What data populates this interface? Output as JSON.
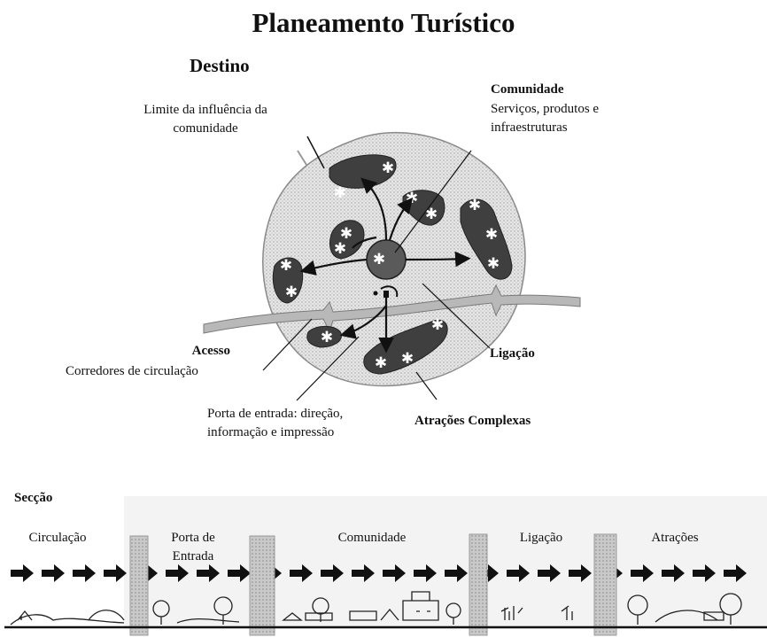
{
  "title": "Planeamento Turístico",
  "destination": {
    "heading": "Destino",
    "labels": {
      "community_limit": "Limite da influência da comunidade",
      "community_title": "Comunidade",
      "community_desc": "Serviços, produtos e infraestruturas",
      "access_title": "Acesso",
      "access_desc": "Corredores de circulação",
      "linkage": "Ligação",
      "gateway": "Porta de entrada: direção, informação e impressão",
      "complex_attractions": "Atrações Complexas"
    }
  },
  "section": {
    "heading": "Secção",
    "zones": [
      "Circulação",
      "Porta de Entrada",
      "Comunidade",
      "Ligação",
      "Atrações"
    ]
  }
}
